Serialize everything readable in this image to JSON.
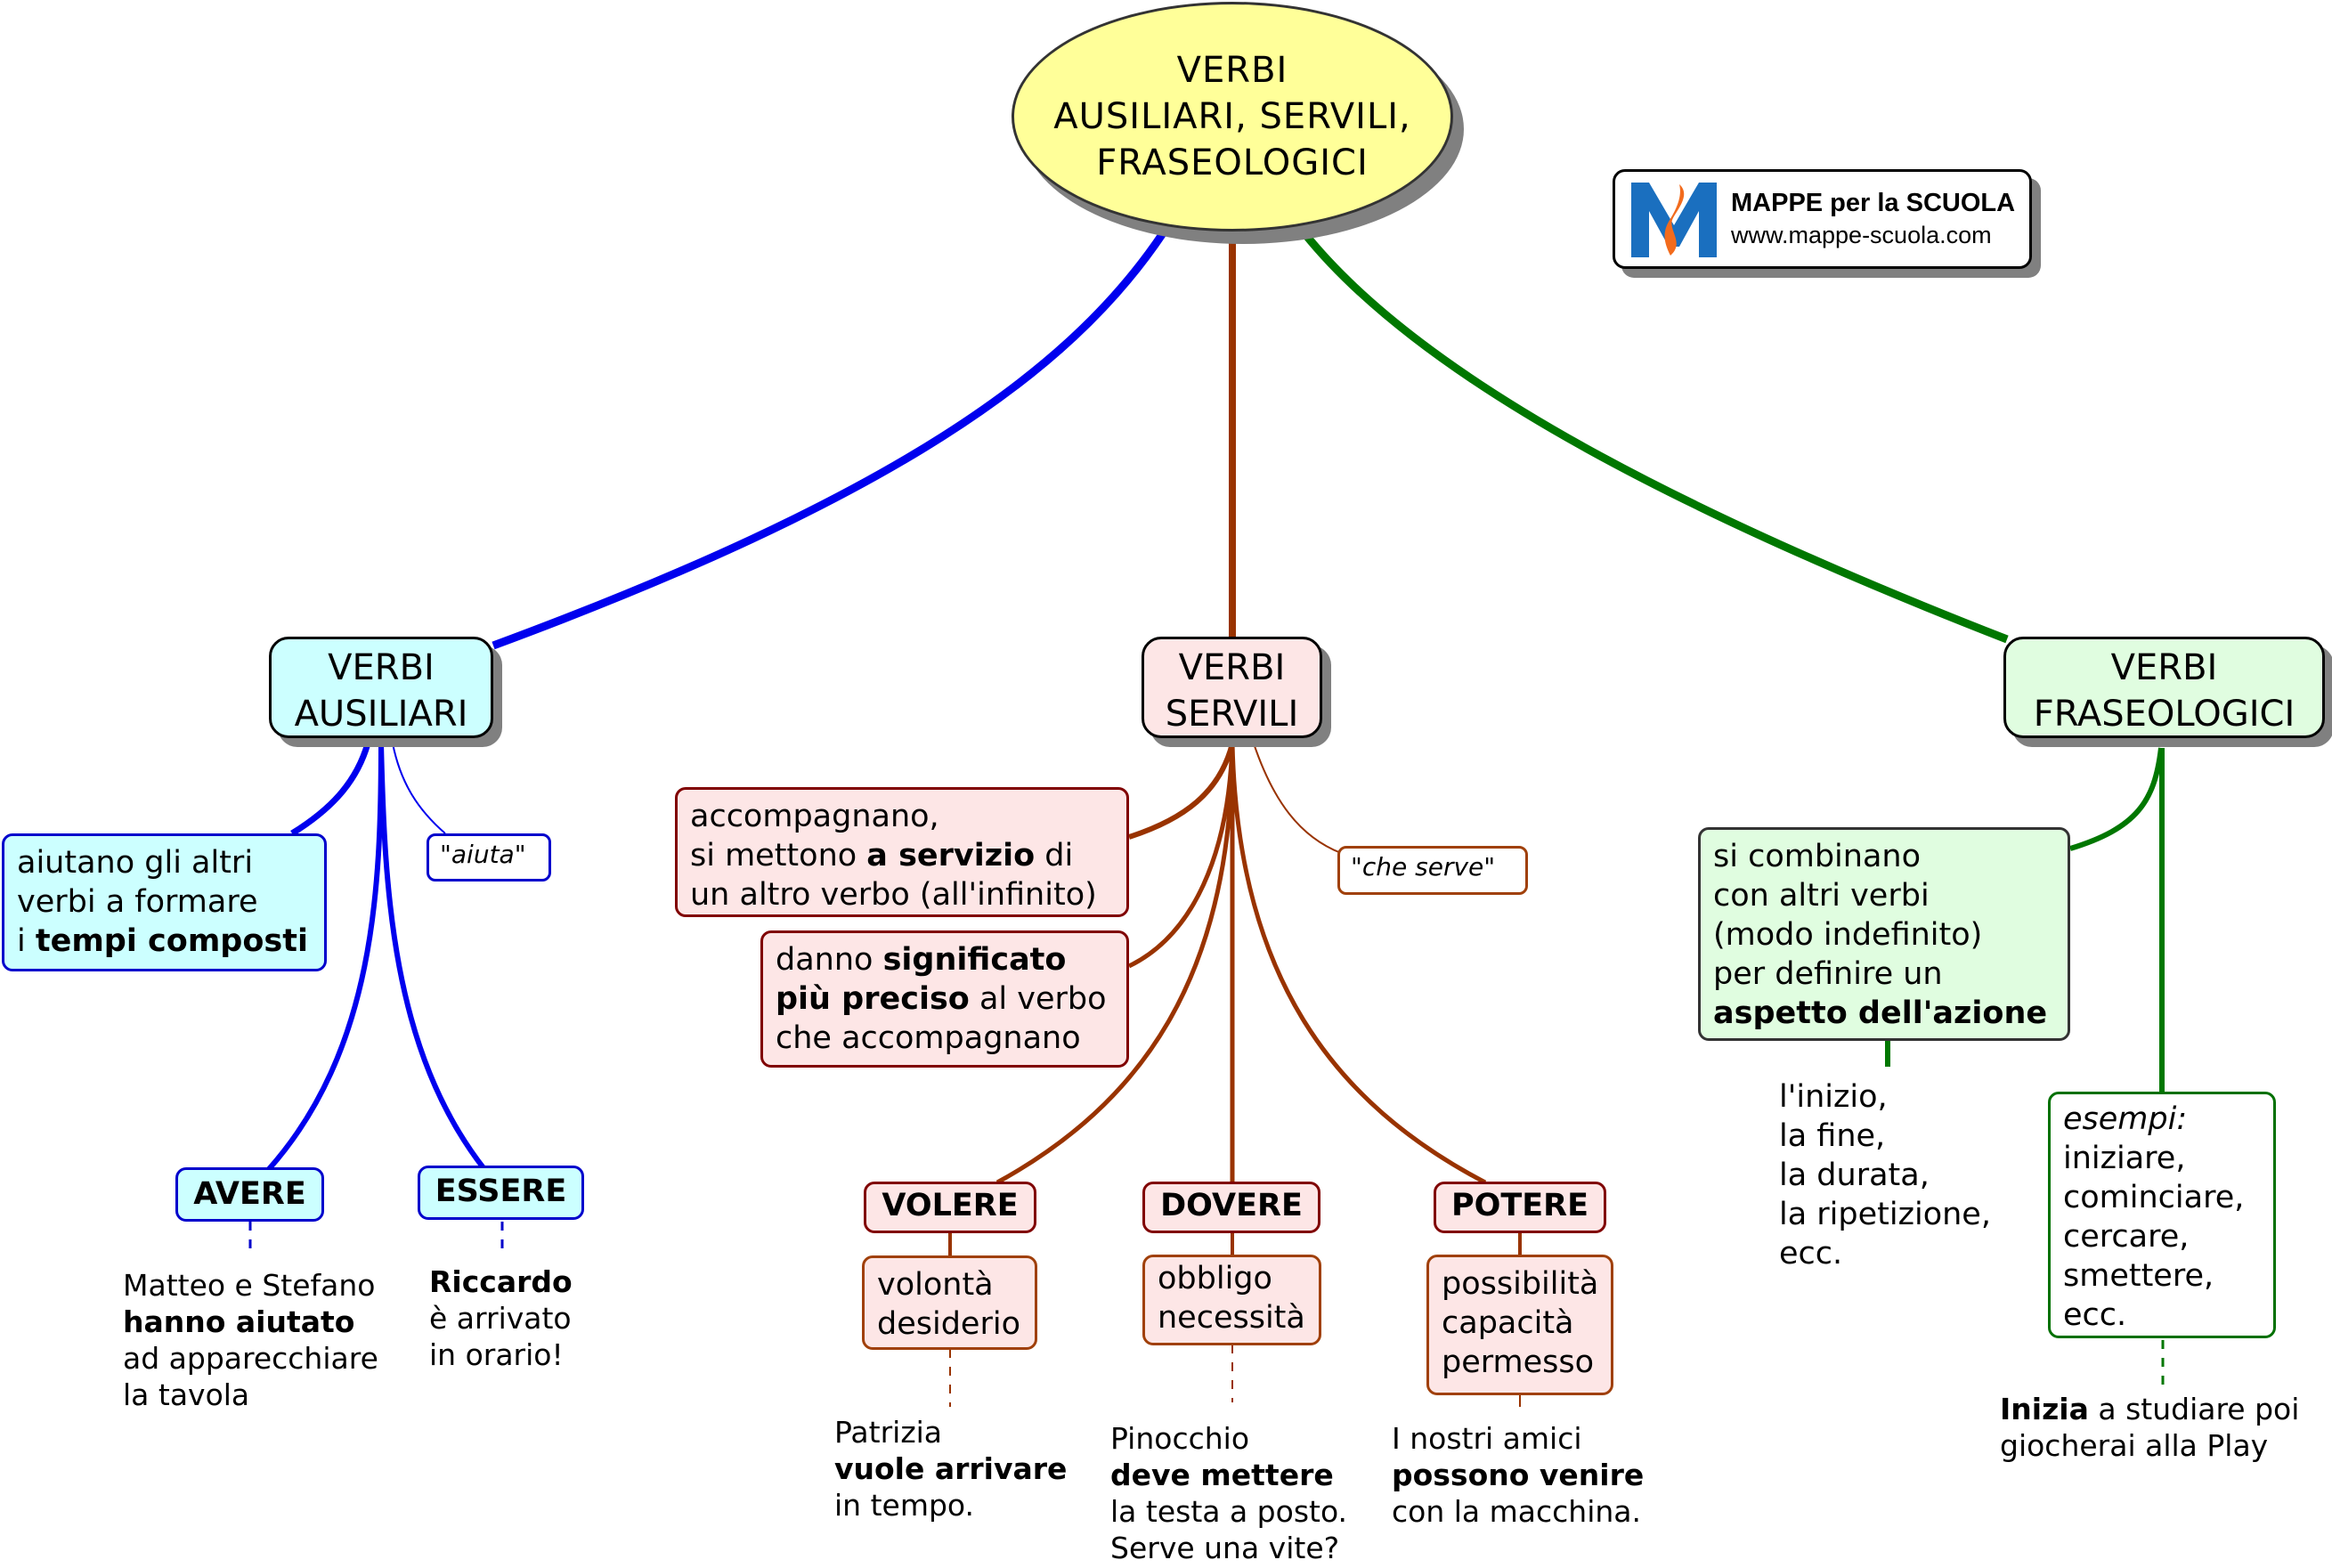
{
  "title": {
    "line1": "VERBI",
    "line2": "AUSILIARI, SERVILI,",
    "line3": "FRASEOLOGICI"
  },
  "logo": {
    "name": "MAPPE per la SCUOLA",
    "url": "www.mappe-scuola.com"
  },
  "colors": {
    "ausiliari": "#0000ee",
    "servili": "#993300",
    "fraseologici": "#007700",
    "center_fill": "#ffff99"
  },
  "ausiliari": {
    "title_line1": "VERBI",
    "title_line2": "AUSILIARI",
    "definition": {
      "pre": "aiutano gli altri",
      "mid": "verbi a formare",
      "pre3": "i ",
      "bold": "tempi composti"
    },
    "meaning": "\"aiuta\"",
    "avere": {
      "label": "AVERE",
      "example_line1": "Matteo e Stefano",
      "example_bold": "hanno aiutato",
      "example_line3": "ad apparecchiare",
      "example_line4": "la tavola"
    },
    "essere": {
      "label": "ESSERE",
      "example_bold": "Riccardo",
      "example_line2": "è arrivato",
      "example_line3": "in orario!"
    }
  },
  "servili": {
    "title_line1": "VERBI",
    "title_line2": "SERVILI",
    "definition1": {
      "line1": "accompagnano,",
      "pre": "si mettono ",
      "bold": "a servizio",
      "post": " di",
      "line3": "un altro verbo (all'infinito)"
    },
    "definition2": {
      "pre": "danno ",
      "bold1": "significato",
      "bold2": "più preciso",
      "post": " al verbo",
      "line3": "che accompagnano"
    },
    "meaning": "\"che serve\"",
    "volere": {
      "label": "VOLERE",
      "meaning_line1": "volontà",
      "meaning_line2": "desiderio",
      "example_line1": "Patrizia",
      "example_bold": "vuole arrivare",
      "example_line3": "in tempo."
    },
    "dovere": {
      "label": "DOVERE",
      "meaning_line1": "obbligo",
      "meaning_line2": "necessità",
      "example_line1": "Pinocchio",
      "example_bold": "deve mettere",
      "example_line3": "la testa a posto.",
      "example_line4": "Serve una vite?"
    },
    "potere": {
      "label": "POTERE",
      "meaning_line1": "possibilità",
      "meaning_line2": "capacità",
      "meaning_line3": "permesso",
      "example_line1": "I nostri amici",
      "example_bold": "possono venire",
      "example_line3": "con la macchina."
    }
  },
  "fraseologici": {
    "title_line1": "VERBI",
    "title_line2": "FRASEOLOGICI",
    "definition": {
      "line1": "si combinano",
      "line2": "con altri verbi",
      "line3": "(modo indefinito)",
      "line4": "per definire un",
      "bold": "aspetto dell'azione"
    },
    "aspects": [
      "l'inizio,",
      "la fine,",
      "la durata,",
      "la ripetizione,",
      "ecc."
    ],
    "examples_label": "esempi:",
    "examples": [
      "iniziare,",
      "cominciare,",
      "cercare,",
      "smettere,",
      "ecc."
    ],
    "sentence": {
      "bold": "Inizia",
      "post": " a studiare poi",
      "line2": "giocherai alla Play"
    }
  }
}
